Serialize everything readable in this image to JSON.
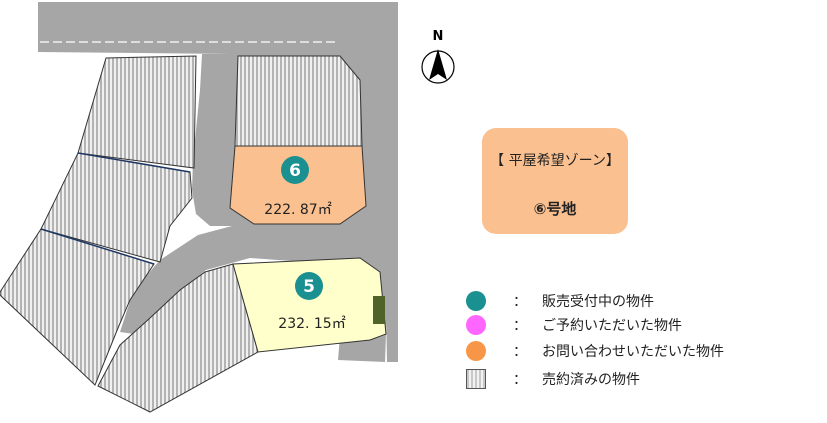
{
  "compass": {
    "label": "N"
  },
  "lots": [
    {
      "id": "lot-6",
      "number": "6",
      "area": "222. 87㎡"
    },
    {
      "id": "lot-5",
      "number": "5",
      "area": "232. 15㎡"
    }
  ],
  "zone": {
    "title": "【 平屋希望ゾーン】",
    "lot": "⑥号地"
  },
  "legend": [
    {
      "text": "販売受付中の物件",
      "color": "#1a9090",
      "colon": "："
    },
    {
      "text": "ご予約いただいた物件",
      "color": "#ff66ff",
      "colon": "："
    },
    {
      "text": "お問い合わせいただいた物件",
      "color": "#f79646",
      "colon": "："
    },
    {
      "text": "売約済みの物件",
      "icon": "sold-hatch-swatch",
      "colon": "："
    }
  ],
  "colors": {
    "road": "#a6a6a6",
    "sold_fill": "#d9d9d9",
    "lot6_fill": "#fac08f",
    "lot5_fill": "#ffffcc",
    "badge": "#1a9090",
    "green_strip": "#4f6228"
  }
}
